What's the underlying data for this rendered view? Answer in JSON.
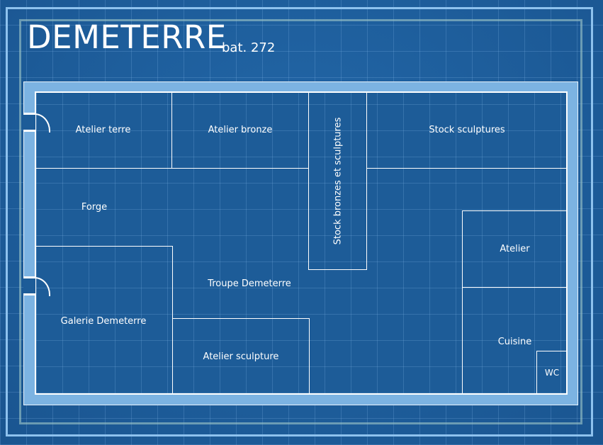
{
  "title": "DEMETERRE",
  "subtitle": "bat. 272",
  "rooms": {
    "atelier_terre": "Atelier terre",
    "atelier_bronze": "Atelier bronze",
    "stock_bronzes": "Stock bronzes et sculptures",
    "stock_sculptures": "Stock sculptures",
    "forge": "Forge",
    "atelier": "Atelier",
    "troupe": "Troupe Demeterre",
    "galerie": "Galerie Demeterre",
    "atelier_sculpture": "Atelier sculpture",
    "cuisine": "Cuisine",
    "wc": "WC"
  }
}
